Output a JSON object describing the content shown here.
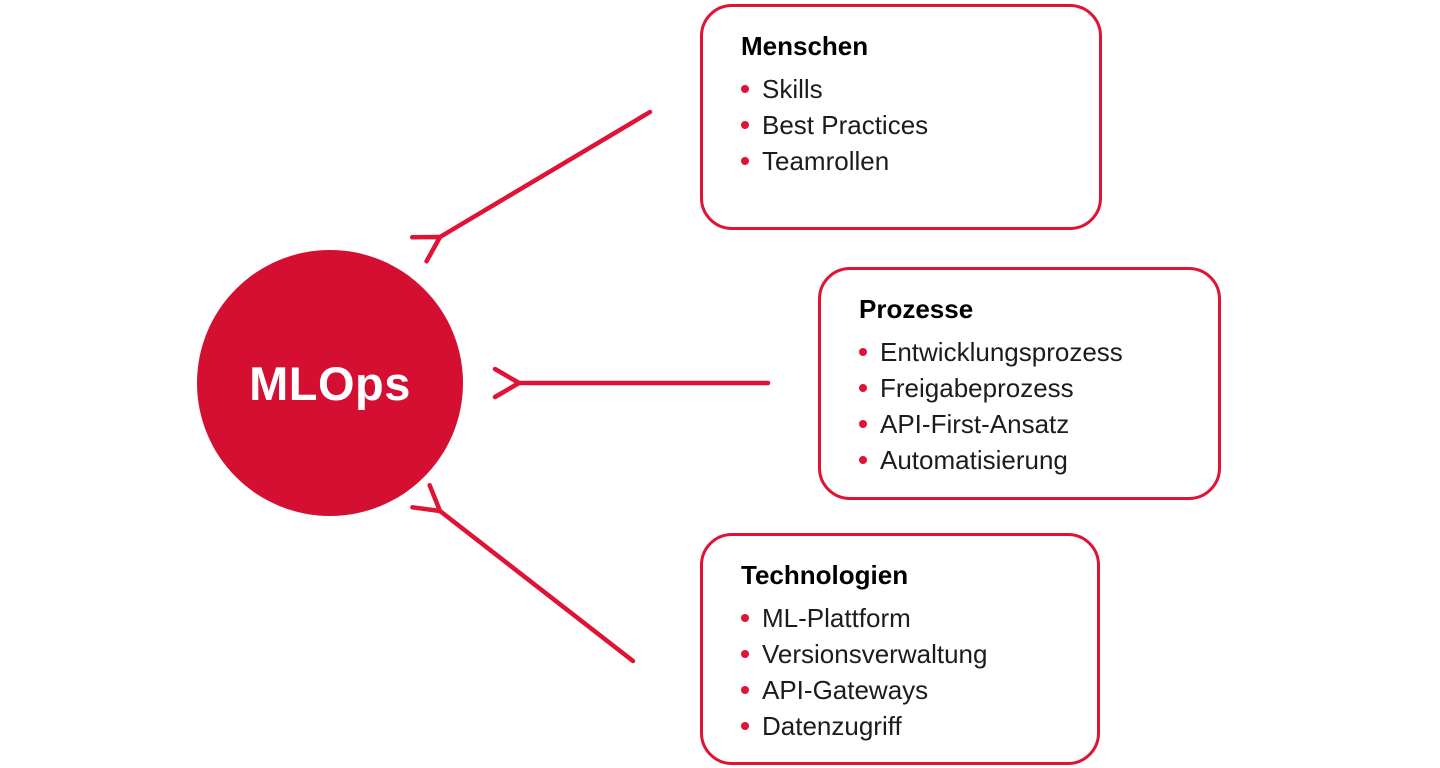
{
  "diagram": {
    "background": "#ffffff",
    "accent_red": "#E01236",
    "circle_red": "#D50F32",
    "text_color": "#1c1c1c",
    "circle": {
      "label": "MLOps",
      "text_color": "#ffffff"
    },
    "boxes": [
      {
        "id": "menschen",
        "title": "Menschen",
        "items": [
          "Skills",
          "Best Practices",
          "Teamrollen"
        ]
      },
      {
        "id": "prozesse",
        "title": "Prozesse",
        "items": [
          "Entwicklungsprozess",
          "Freigabeprozess",
          "API-First-Ansatz",
          "Automatisierung"
        ]
      },
      {
        "id": "technologien",
        "title": "Technologien",
        "items": [
          "ML-Plattform",
          "Versionsverwaltung",
          "API-Gateways",
          "Datenzugriff"
        ]
      }
    ],
    "arrows": [
      {
        "from": "menschen",
        "to": "mlops"
      },
      {
        "from": "prozesse",
        "to": "mlops"
      },
      {
        "from": "technologien",
        "to": "mlops"
      }
    ]
  }
}
